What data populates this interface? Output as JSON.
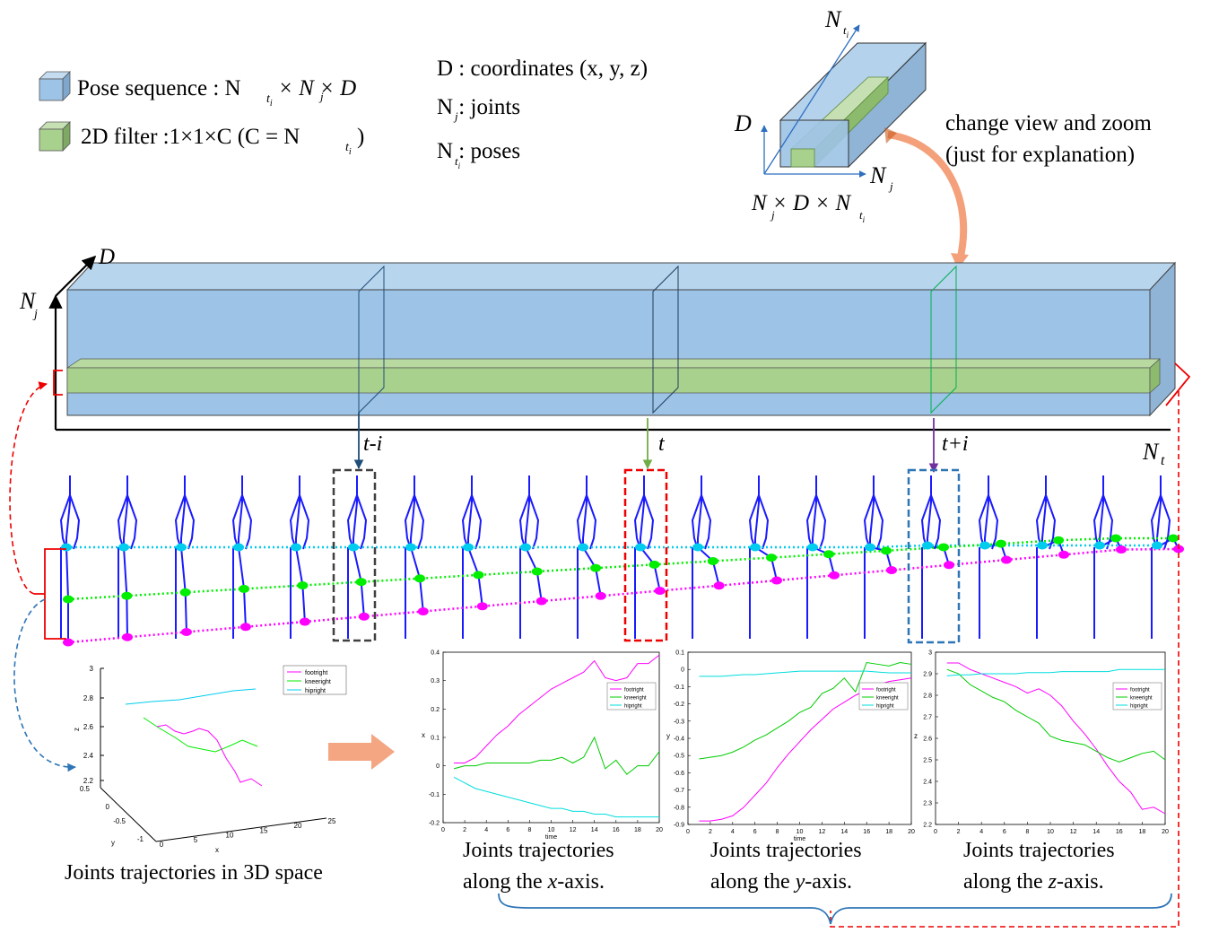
{
  "legend": {
    "pose_sequence": "Pose sequence : N",
    "pose_sequence_dims": "× N  × D",
    "filter": "2D filter :1×1×C  (C = N",
    "filter_close": ")"
  },
  "definitions": {
    "d": "D : coordinates (x, y, z)",
    "nj": "N  : joints",
    "nt": "N  : poses"
  },
  "inset": {
    "axis_top": "N",
    "axis_left": "D",
    "axis_right": "N",
    "formula": "N  × D × N",
    "note_line1": "change  view  and  zoom",
    "note_line2": "(just  for  explanation)"
  },
  "main_block": {
    "axis_d": "D",
    "axis_nj": "N",
    "axis_nt": "N",
    "label_ti": "t-i",
    "label_t": "t",
    "label_tpi": "t+i"
  },
  "plot3d": {
    "legend": [
      "footright",
      "kneeright",
      "hipright"
    ],
    "z_ticks": [
      "3",
      "2.8",
      "2.6",
      "2.4",
      "2.2"
    ],
    "y_ticks": [
      "0.5",
      "0",
      "-0.5",
      "-1"
    ],
    "x_ticks": [
      "0",
      "5",
      "10",
      "15",
      "20",
      "25"
    ],
    "zlabel": "z",
    "ylabel": "y",
    "xlabel": "x",
    "caption": "Joints  trajectories  in  3D  space"
  },
  "chart_data": [
    {
      "type": "line",
      "ylabel": "x",
      "xlabel": "time",
      "ylim": [
        -0.2,
        0.4
      ],
      "xlim": [
        0,
        20
      ],
      "y_ticks": [
        "0.4",
        "0.3",
        "0.2",
        "0.1",
        "0",
        "-0.1",
        "-0.2"
      ],
      "x_ticks": [
        "0",
        "2",
        "4",
        "6",
        "8",
        "10",
        "12",
        "14",
        "16",
        "18",
        "20"
      ],
      "legend": "top-right",
      "x": [
        1,
        2,
        3,
        4,
        5,
        6,
        7,
        8,
        9,
        10,
        11,
        12,
        13,
        14,
        15,
        16,
        17,
        18,
        19,
        20
      ],
      "series": [
        {
          "name": "footright",
          "color": "#ff00ff",
          "values": [
            0.01,
            0.01,
            0.03,
            0.07,
            0.11,
            0.14,
            0.18,
            0.21,
            0.24,
            0.27,
            0.29,
            0.31,
            0.33,
            0.37,
            0.31,
            0.3,
            0.31,
            0.36,
            0.36,
            0.39
          ]
        },
        {
          "name": "kneeright",
          "color": "#00cc00",
          "values": [
            -0.01,
            0.0,
            0.0,
            0.01,
            0.01,
            0.01,
            0.01,
            0.01,
            0.02,
            0.02,
            0.03,
            0.01,
            0.03,
            0.1,
            -0.01,
            0.02,
            -0.03,
            0.0,
            0.0,
            0.05
          ]
        },
        {
          "name": "hipright",
          "color": "#00dddd",
          "values": [
            -0.04,
            -0.06,
            -0.08,
            -0.09,
            -0.1,
            -0.11,
            -0.12,
            -0.13,
            -0.14,
            -0.15,
            -0.15,
            -0.16,
            -0.16,
            -0.17,
            -0.17,
            -0.18,
            -0.18,
            -0.18,
            -0.18,
            -0.18
          ]
        }
      ],
      "caption_line1": "Joints  trajectories",
      "caption_line2_pre": "along  the ",
      "caption_axis": "x",
      "caption_line2_post": "-axis."
    },
    {
      "type": "line",
      "ylabel": "y",
      "xlabel": "time",
      "ylim": [
        -0.9,
        0.1
      ],
      "xlim": [
        0,
        20
      ],
      "y_ticks": [
        "0.1",
        "0",
        "-0.1",
        "-0.2",
        "-0.3",
        "-0.4",
        "-0.5",
        "-0.6",
        "-0.7",
        "-0.8",
        "-0.9"
      ],
      "x_ticks": [
        "0",
        "2",
        "4",
        "6",
        "8",
        "10",
        "12",
        "14",
        "16",
        "18",
        "20"
      ],
      "legend": "top-right",
      "x": [
        1,
        2,
        3,
        4,
        5,
        6,
        7,
        8,
        9,
        10,
        11,
        12,
        13,
        14,
        15,
        16,
        17,
        18,
        19,
        20
      ],
      "series": [
        {
          "name": "footright",
          "color": "#ff00ff",
          "values": [
            -0.88,
            -0.88,
            -0.87,
            -0.85,
            -0.8,
            -0.73,
            -0.66,
            -0.57,
            -0.49,
            -0.42,
            -0.35,
            -0.29,
            -0.23,
            -0.19,
            -0.15,
            -0.12,
            -0.09,
            -0.07,
            -0.06,
            -0.05
          ]
        },
        {
          "name": "kneeright",
          "color": "#00cc00",
          "values": [
            -0.52,
            -0.51,
            -0.5,
            -0.48,
            -0.45,
            -0.41,
            -0.38,
            -0.34,
            -0.3,
            -0.25,
            -0.22,
            -0.14,
            -0.11,
            -0.05,
            -0.13,
            0.04,
            0.03,
            0.02,
            0.04,
            0.03
          ]
        },
        {
          "name": "hipright",
          "color": "#00dddd",
          "values": [
            -0.04,
            -0.04,
            -0.04,
            -0.035,
            -0.03,
            -0.03,
            -0.025,
            -0.02,
            -0.015,
            -0.01,
            -0.01,
            -0.01,
            -0.01,
            -0.01,
            -0.01,
            -0.01,
            -0.015,
            -0.02,
            -0.02,
            -0.02
          ]
        }
      ],
      "caption_line1": "Joints  trajectories",
      "caption_line2_pre": "along  the ",
      "caption_axis": "y",
      "caption_line2_post": "-axis."
    },
    {
      "type": "line",
      "ylabel": "z",
      "xlabel": "",
      "ylim": [
        2.2,
        3.0
      ],
      "xlim": [
        0,
        20
      ],
      "y_ticks": [
        "3",
        "2.9",
        "2.8",
        "2.7",
        "2.6",
        "2.5",
        "2.4",
        "2.3",
        "2.2"
      ],
      "x_ticks": [
        "0",
        "2",
        "4",
        "6",
        "8",
        "10",
        "12",
        "14",
        "16",
        "18",
        "20"
      ],
      "legend": "top-right",
      "x": [
        1,
        2,
        3,
        4,
        5,
        6,
        7,
        8,
        9,
        10,
        11,
        12,
        13,
        14,
        15,
        16,
        17,
        18,
        19,
        20
      ],
      "series": [
        {
          "name": "footright",
          "color": "#ff00ff",
          "values": [
            2.95,
            2.95,
            2.92,
            2.9,
            2.88,
            2.86,
            2.84,
            2.81,
            2.83,
            2.8,
            2.75,
            2.68,
            2.62,
            2.55,
            2.47,
            2.4,
            2.35,
            2.27,
            2.28,
            2.25
          ]
        },
        {
          "name": "kneeright",
          "color": "#00cc00",
          "values": [
            2.92,
            2.9,
            2.85,
            2.82,
            2.79,
            2.77,
            2.73,
            2.7,
            2.67,
            2.61,
            2.59,
            2.58,
            2.57,
            2.54,
            2.51,
            2.49,
            2.51,
            2.53,
            2.54,
            2.5
          ]
        },
        {
          "name": "hipright",
          "color": "#00dddd",
          "values": [
            2.89,
            2.895,
            2.895,
            2.9,
            2.9,
            2.9,
            2.9,
            2.905,
            2.905,
            2.905,
            2.91,
            2.91,
            2.91,
            2.91,
            2.91,
            2.92,
            2.92,
            2.92,
            2.92,
            2.92
          ]
        }
      ],
      "caption_line1": "Joints  trajectories",
      "caption_line2_pre": "along  the ",
      "caption_axis": "z",
      "caption_line2_post": "-axis."
    }
  ],
  "colors": {
    "box_blue": "#9dc3e6",
    "box_blue_dark": "#8fb4d6",
    "filter_green": "#a9d18e",
    "pink": "#ff00ff",
    "green_joint": "#00ee00",
    "cyan_joint": "#00ccee",
    "skeleton": "#1a1aff",
    "red_dash": "#ee0000",
    "orange": "#f4a07a"
  }
}
